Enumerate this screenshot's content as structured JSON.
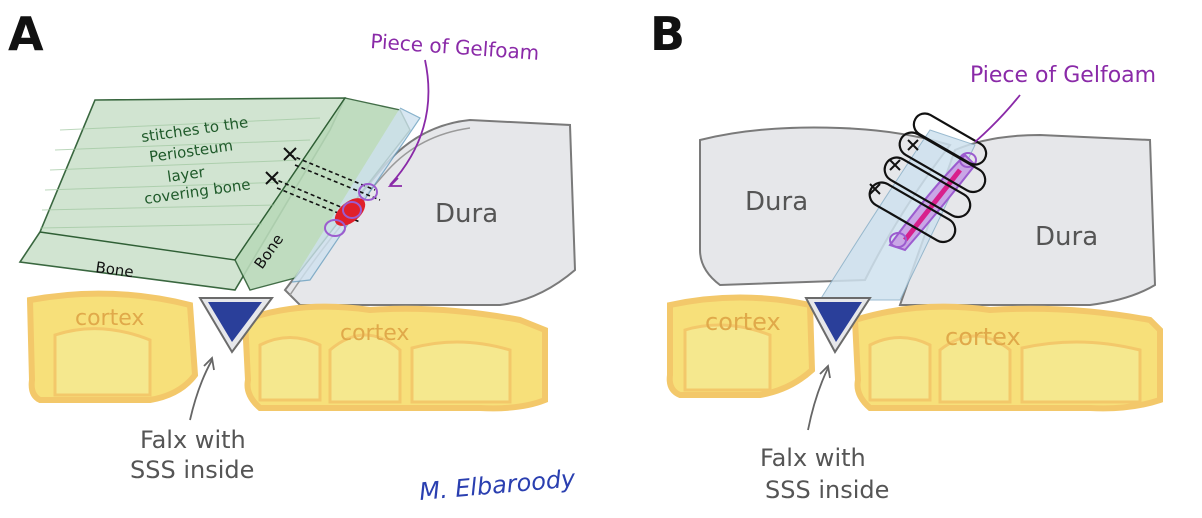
{
  "panels": [
    {
      "letter": "A",
      "gelfoam_label": "Piece of Gelfoam",
      "dura_label": "Dura",
      "cortex_left": "cortex",
      "cortex_right": "cortex",
      "bone_label_1": "Bone",
      "bone_label_2": "Bone",
      "stitch_note": [
        "stitches to the",
        "Periosteum",
        "layer",
        "covering bone"
      ],
      "falx_label": [
        "Falx with",
        "SSS inside"
      ]
    },
    {
      "letter": "B",
      "gelfoam_label": "Piece of Gelfoam",
      "dura_left": "Dura",
      "dura_right": "Dura",
      "cortex_left": "cortex",
      "cortex_right": "cortex",
      "falx_label": [
        "Falx with",
        "SSS inside"
      ]
    }
  ],
  "signature": "M. Elbaroody",
  "colors": {
    "cortex": "#f7e07a",
    "cortex_edge": "#f3c86a",
    "dura": "#e6e7ea",
    "bone": "#cfe3cf",
    "periosteum": "#b9d9b9",
    "sinus": "#2a3f9a",
    "gelfoam": "#9c5ccf",
    "blood": "#e0202a",
    "falx_edge": "#6b6b6b"
  }
}
